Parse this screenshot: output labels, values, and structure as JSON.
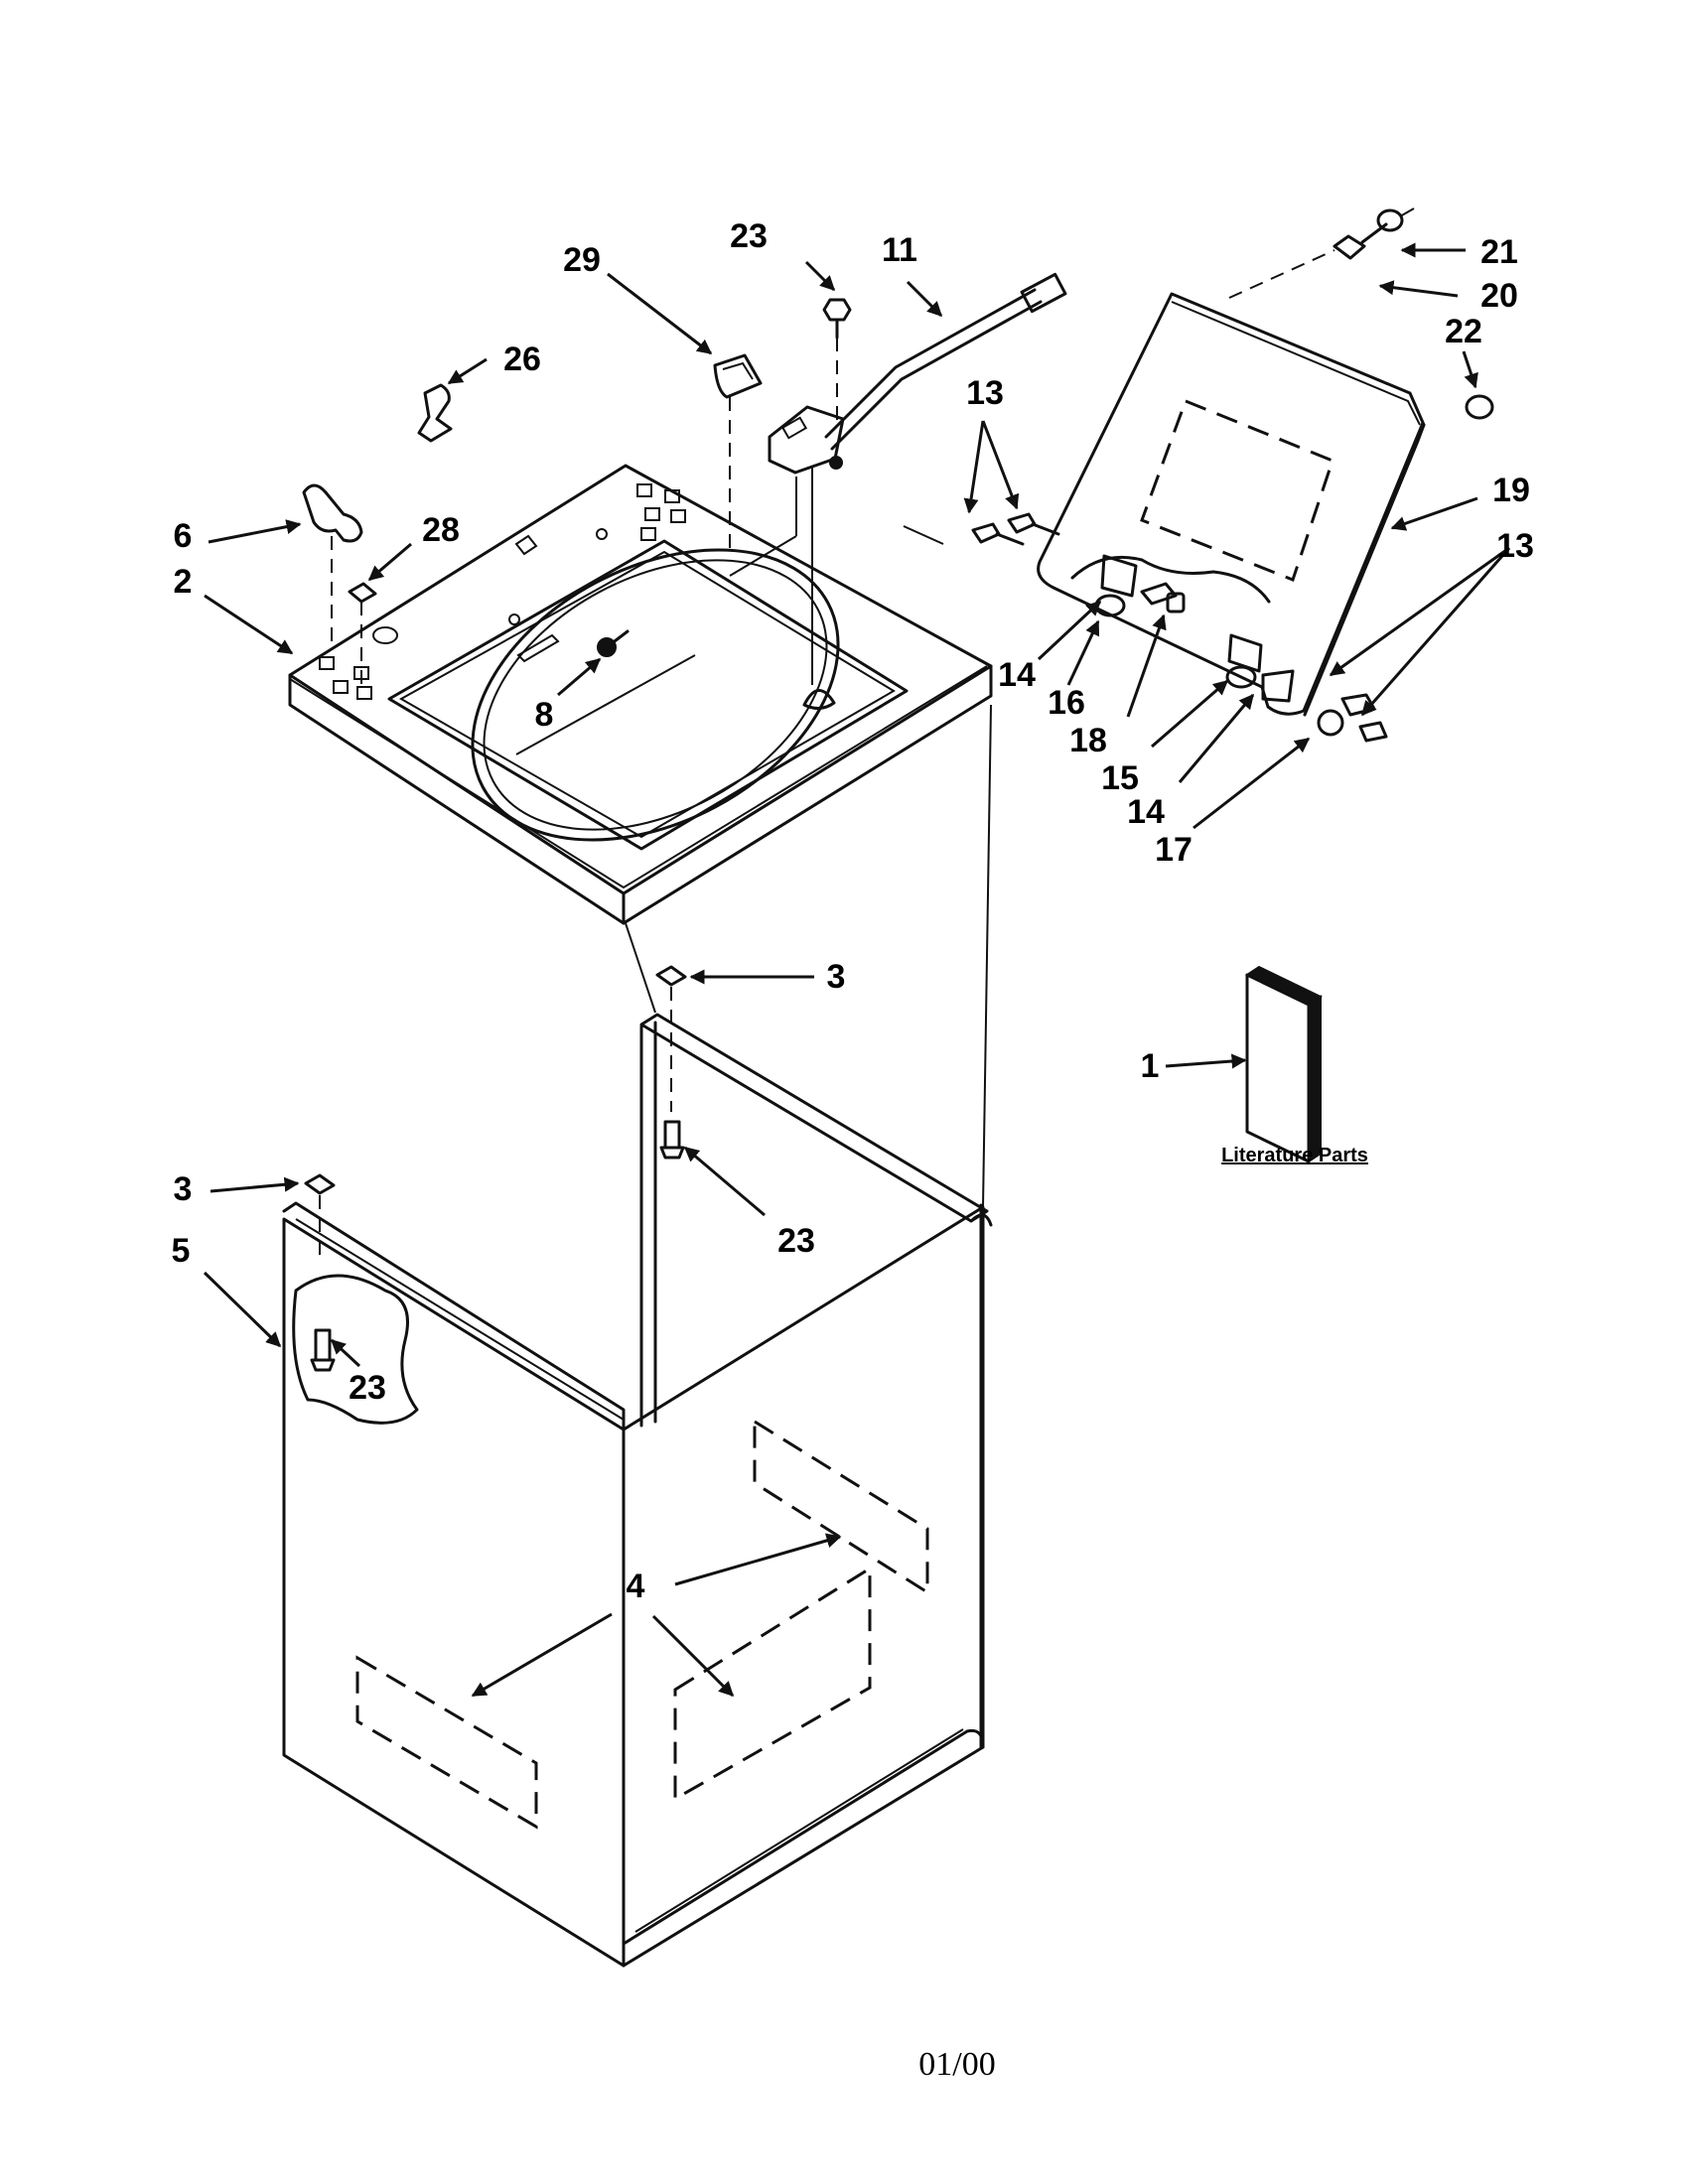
{
  "callouts": [
    {
      "id": "c29",
      "label": "29"
    },
    {
      "id": "c23a",
      "label": "23"
    },
    {
      "id": "c11",
      "label": "11"
    },
    {
      "id": "c21",
      "label": "21"
    },
    {
      "id": "c20",
      "label": "20"
    },
    {
      "id": "c22",
      "label": "22"
    },
    {
      "id": "c26",
      "label": "26"
    },
    {
      "id": "c13a",
      "label": "13"
    },
    {
      "id": "c19",
      "label": "19"
    },
    {
      "id": "c13b",
      "label": "13"
    },
    {
      "id": "c6",
      "label": "6"
    },
    {
      "id": "c28",
      "label": "28"
    },
    {
      "id": "c2",
      "label": "2"
    },
    {
      "id": "c8",
      "label": "8"
    },
    {
      "id": "c14a",
      "label": "14"
    },
    {
      "id": "c16",
      "label": "16"
    },
    {
      "id": "c18",
      "label": "18"
    },
    {
      "id": "c15",
      "label": "15"
    },
    {
      "id": "c14b",
      "label": "14"
    },
    {
      "id": "c17",
      "label": "17"
    },
    {
      "id": "c3a",
      "label": "3"
    },
    {
      "id": "c1",
      "label": "1"
    },
    {
      "id": "c3b",
      "label": "3"
    },
    {
      "id": "c23b",
      "label": "23"
    },
    {
      "id": "c5",
      "label": "5"
    },
    {
      "id": "c23c",
      "label": "23"
    },
    {
      "id": "c4",
      "label": "4"
    }
  ],
  "literature_label": "Literature Parts",
  "footer_date": "01/00"
}
